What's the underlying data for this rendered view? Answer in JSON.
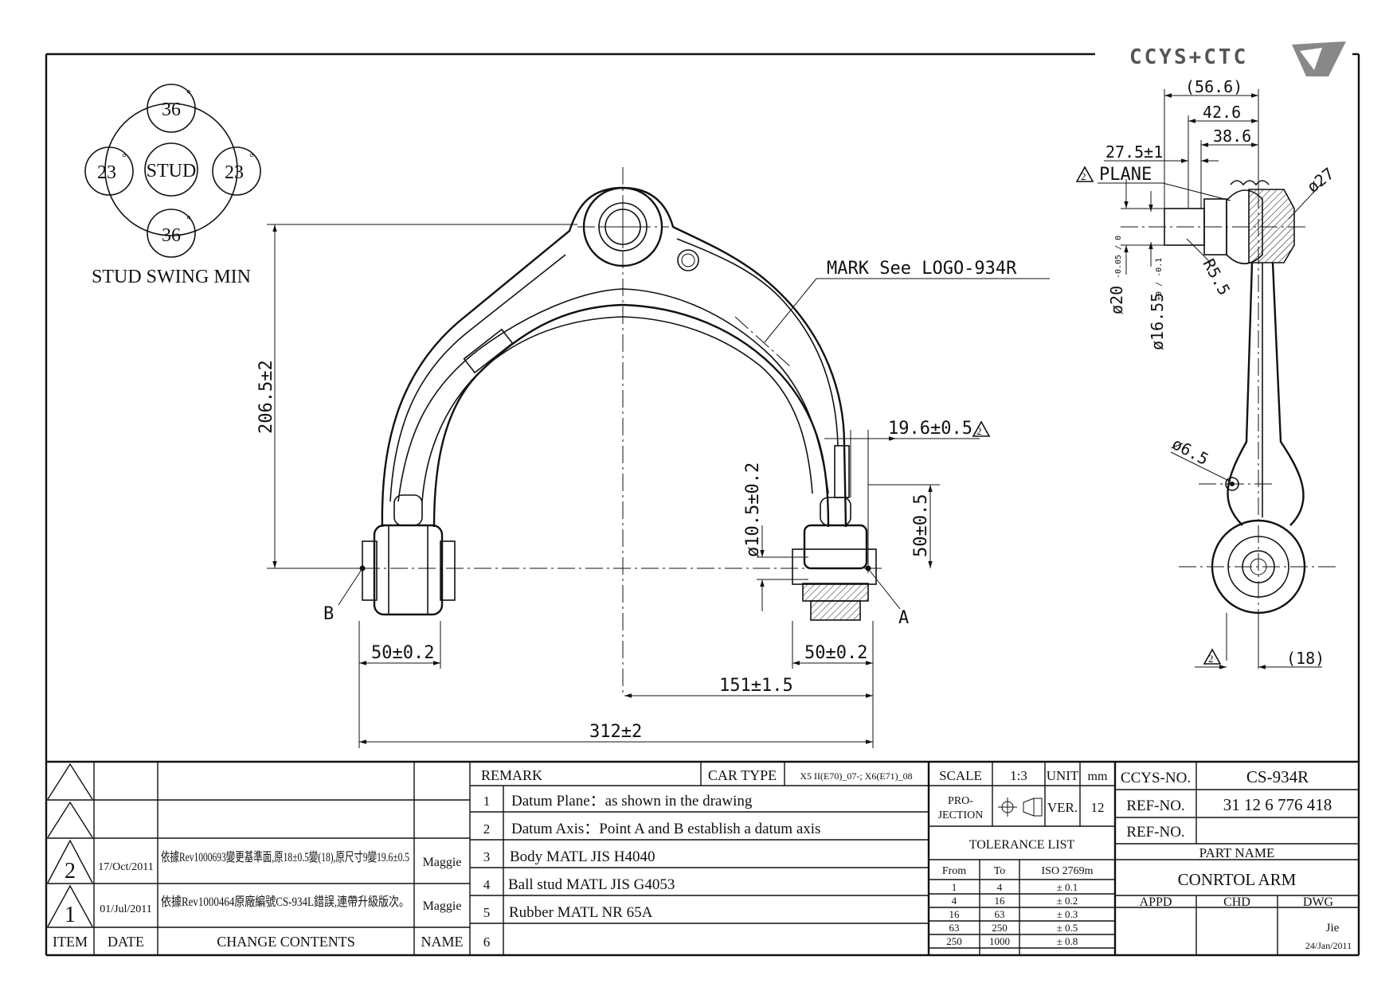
{
  "header": {
    "brand_logo_text": "CCYS+CTC"
  },
  "stud_swing": {
    "center_label": "STUD",
    "top": "36",
    "bottom": "36",
    "left": "23",
    "right": "23",
    "degree_mark": "°",
    "caption": "STUD SWING MIN"
  },
  "dimensions": {
    "height": "206.5±2",
    "offset_a": "19.6±0.5",
    "hole_dia": "ø10.5±0.2",
    "height_b": "50±0.5",
    "bush_left": "50±0.2",
    "bush_right": "50±0.2",
    "half_span": "151±1.5",
    "span": "312±2",
    "point_a": "A",
    "point_b": "B",
    "mark_note": "MARK See LOGO-934R",
    "datum_symbol": "2",
    "side_56": "(56.6)",
    "side_42": "42.6",
    "side_38": "38.6",
    "side_27_5": "27.5±1",
    "plane": "PLANE",
    "dia27": "ø27",
    "dia20": "ø20",
    "dia20_tol": "-0.05 / 0",
    "dia16": "ø16.55",
    "dia16_tol": "+0 / -0.1",
    "r55": "R5.5",
    "dia6_5": "ø6.5",
    "side_18": "(18)"
  },
  "revisions": {
    "rows": [
      {
        "item": "",
        "date": "",
        "content": "",
        "name": ""
      },
      {
        "item": "",
        "date": "",
        "content": "",
        "name": ""
      },
      {
        "item": "2",
        "date": "17/Oct/2011",
        "content": "依據Rev1000693變更基準面,原18±0.5變(18),原尺寸9變19.6±0.5",
        "name": "Maggie"
      },
      {
        "item": "1",
        "date": "01/Jul/2011",
        "content": "依據Rev1000464原廠編號CS-934L錯誤,連帶升級版次。",
        "name": "Maggie"
      }
    ],
    "headers": {
      "item": "ITEM",
      "date": "DATE",
      "content": "CHANGE CONTENTS",
      "name": "NAME"
    }
  },
  "remark": {
    "title": "REMARK",
    "car_type_label": "CAR TYPE",
    "car_type_value": "X5 II(E70)_07-; X6(E71)_08",
    "items": [
      {
        "no": "1",
        "text": "Datum Plane：as shown in the drawing"
      },
      {
        "no": "2",
        "text": "Datum Axis：Point A and B establish a datum axis"
      },
      {
        "no": "3",
        "text": "Body MATL JIS H4040"
      },
      {
        "no": "4",
        "text": "Ball stud MATL JIS G4053"
      },
      {
        "no": "5",
        "text": "Rubber MATL NR 65A"
      },
      {
        "no": "6",
        "text": ""
      }
    ]
  },
  "scale_block": {
    "scale_label": "SCALE",
    "scale_value": "1:3",
    "unit_label": "UNIT",
    "unit_value": "mm",
    "projection_label_1": "PRO-",
    "projection_label_2": "JECTION",
    "ver_label": "VER.",
    "ver_value": "12"
  },
  "tolerance": {
    "title": "TOLERANCE LIST",
    "headers": [
      "From",
      "To",
      "ISO 2769m"
    ],
    "rows": [
      [
        "1",
        "4",
        "± 0.1"
      ],
      [
        "4",
        "16",
        "± 0.2"
      ],
      [
        "16",
        "63",
        "± 0.3"
      ],
      [
        "63",
        "250",
        "± 0.5"
      ],
      [
        "250",
        "1000",
        "± 0.8"
      ]
    ]
  },
  "part": {
    "ccys_no_label": "CCYS-NO.",
    "ccys_no": "CS-934R",
    "ref_no_label": "REF-NO.",
    "ref_no": "31 12 6 776 418",
    "ref_no_label_2": "REF-NO.",
    "ref_no_2": "",
    "part_name_label": "PART NAME",
    "part_name": "CONRTOL ARM",
    "appd_label": "APPD",
    "chd_label": "CHD",
    "dwg_label": "DWG",
    "dwg_by": "Jie",
    "dwg_date": "24/Jan/2011"
  }
}
